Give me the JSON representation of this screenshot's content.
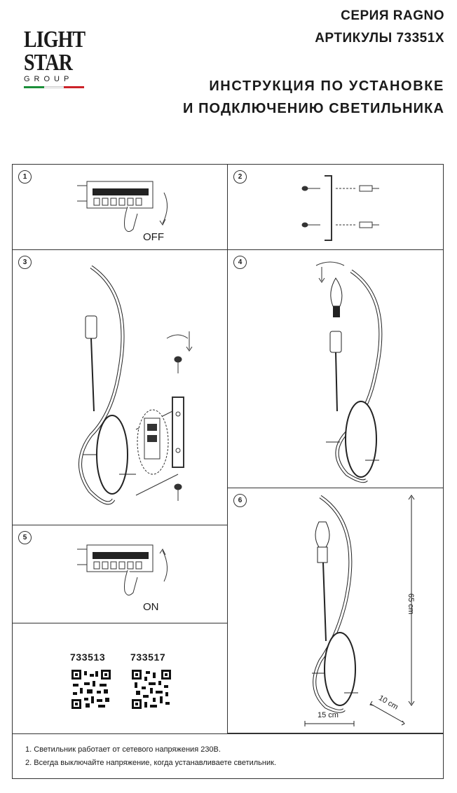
{
  "logo": {
    "line1": "LIGHT",
    "line2": "STAR",
    "line3": "GROUP",
    "flag_colors": [
      "#1b8f3a",
      "#ffffff",
      "#cc2229"
    ]
  },
  "header": {
    "series": "СЕРИЯ RAGNO",
    "articles": "АРТИКУЛЫ 73351X",
    "title_line1": "ИНСТРУКЦИЯ ПО УСТАНОВКЕ",
    "title_line2": "И ПОДКЛЮЧЕНИЮ СВЕТИЛЬНИКА"
  },
  "steps": [
    "1",
    "2",
    "3",
    "4",
    "5",
    "6"
  ],
  "step1": {
    "label": "OFF"
  },
  "step5": {
    "label": "ON"
  },
  "articles": [
    {
      "code": "733513"
    },
    {
      "code": "733517"
    }
  ],
  "dimensions": {
    "height": "65 cm",
    "width": "15 cm",
    "depth": "10 cm"
  },
  "notes": [
    "1. Светильник работает от сетевого напряжения 230В.",
    "2. Всегда выключайте напряжение, когда устанавливаете светильник."
  ]
}
